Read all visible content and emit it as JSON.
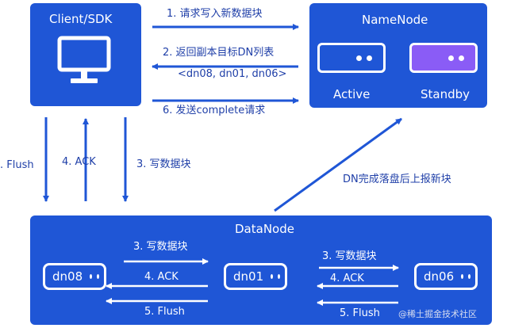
{
  "client": {
    "title": "Client/SDK",
    "icon": "monitor-icon"
  },
  "namenode": {
    "title": "NameNode",
    "active_label": "Active",
    "standby_label": "Standby",
    "active_color": "#1f56d6",
    "standby_color": "#8a5cf6"
  },
  "datanode": {
    "title": "DataNode",
    "nodes": [
      "dn08",
      "dn01",
      "dn06"
    ]
  },
  "arrows": {
    "step1": "1. 请求写入新数据块",
    "step2": "2. 返回副本目标DN列表",
    "step2_list": "<dn08, dn01, dn06>",
    "step6": "6. 发送complete请求",
    "flush_left": ". Flush",
    "ack_left": "4. ACK",
    "write_left": "3. 写数据块",
    "report": "DN完成落盘后上报新块",
    "dn_write_1": "3. 写数据块",
    "dn_ack_1": "4. ACK",
    "dn_flush_1": "5. Flush",
    "dn_write_2": "3. 写数据块",
    "dn_ack_2": "4. ACK",
    "dn_flush_2": "5. Flush"
  },
  "watermark": "@稀土掘金技术社区",
  "colors": {
    "primary": "#1f56d6",
    "arrow": "#1f56d6",
    "text": "#1f3fa8"
  }
}
